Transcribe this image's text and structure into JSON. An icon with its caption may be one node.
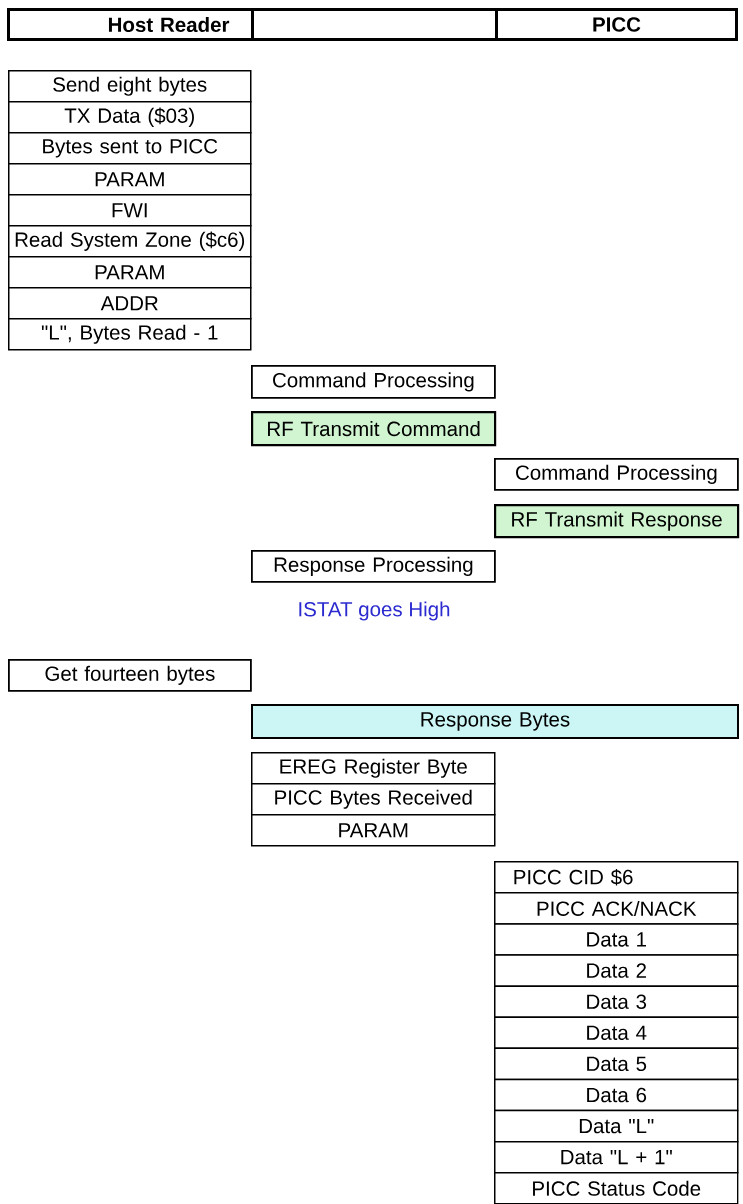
{
  "diagram": {
    "nodes": [
      {
        "text": [
          "Host Reader"
        ]
      },
      {
        "text": [],
        "shape": "box"
      },
      {
        "text": [
          "PICC"
        ]
      },
      {
        "text": [
          "Send eight bytes"
        ]
      },
      {
        "text": [
          "TX Data ($03)"
        ]
      },
      {
        "text": [
          "Bytes sent to PICC"
        ]
      },
      {
        "text": [
          "PARAM"
        ]
      },
      {
        "text": [
          "FWI"
        ]
      },
      {
        "text": [
          "Read System Zone ($c6)"
        ]
      },
      {
        "text": [
          "PARAM"
        ]
      },
      {
        "text": [
          "ADDR"
        ]
      },
      {
        "text": [
          "\"L\", Bytes Read - 1"
        ]
      },
      {
        "text": [
          "Command Processing"
        ]
      },
      {
        "text": [
          "RF Transmit Command"
        ]
      },
      {
        "text": [
          "Command Processing"
        ]
      },
      {
        "text": [
          "RF Transmit Response"
        ]
      },
      {
        "text": [
          "Response Processing"
        ]
      },
      {
        "text": [
          "Get fourteen bytes"
        ]
      },
      {
        "text": [
          "Response Bytes"
        ]
      },
      {
        "text": [
          "EREG Register Byte"
        ]
      },
      {
        "text": [
          "PICC Bytes Received"
        ]
      },
      {
        "text": [
          "PARAM"
        ]
      },
      {
        "text": [
          "PICC CID $6"
        ]
      },
      {
        "text": [
          "PICC ACK/NACK"
        ]
      },
      {
        "text": [
          "Data 1"
        ]
      },
      {
        "text": [
          "Data 2"
        ]
      },
      {
        "text": [
          "Data 3"
        ]
      },
      {
        "text": [
          "Data 4"
        ]
      },
      {
        "text": [
          "Data 5"
        ]
      },
      {
        "text": [
          "Data 6"
        ]
      },
      {
        "text": [
          "Data \"L\""
        ]
      },
      {
        "text": [
          "Data \"L + 1\""
        ]
      },
      {
        "text": [
          "PICC Status Code"
        ]
      }
    ],
    "labels": [
      "ISTAT goes High"
    ]
  }
}
